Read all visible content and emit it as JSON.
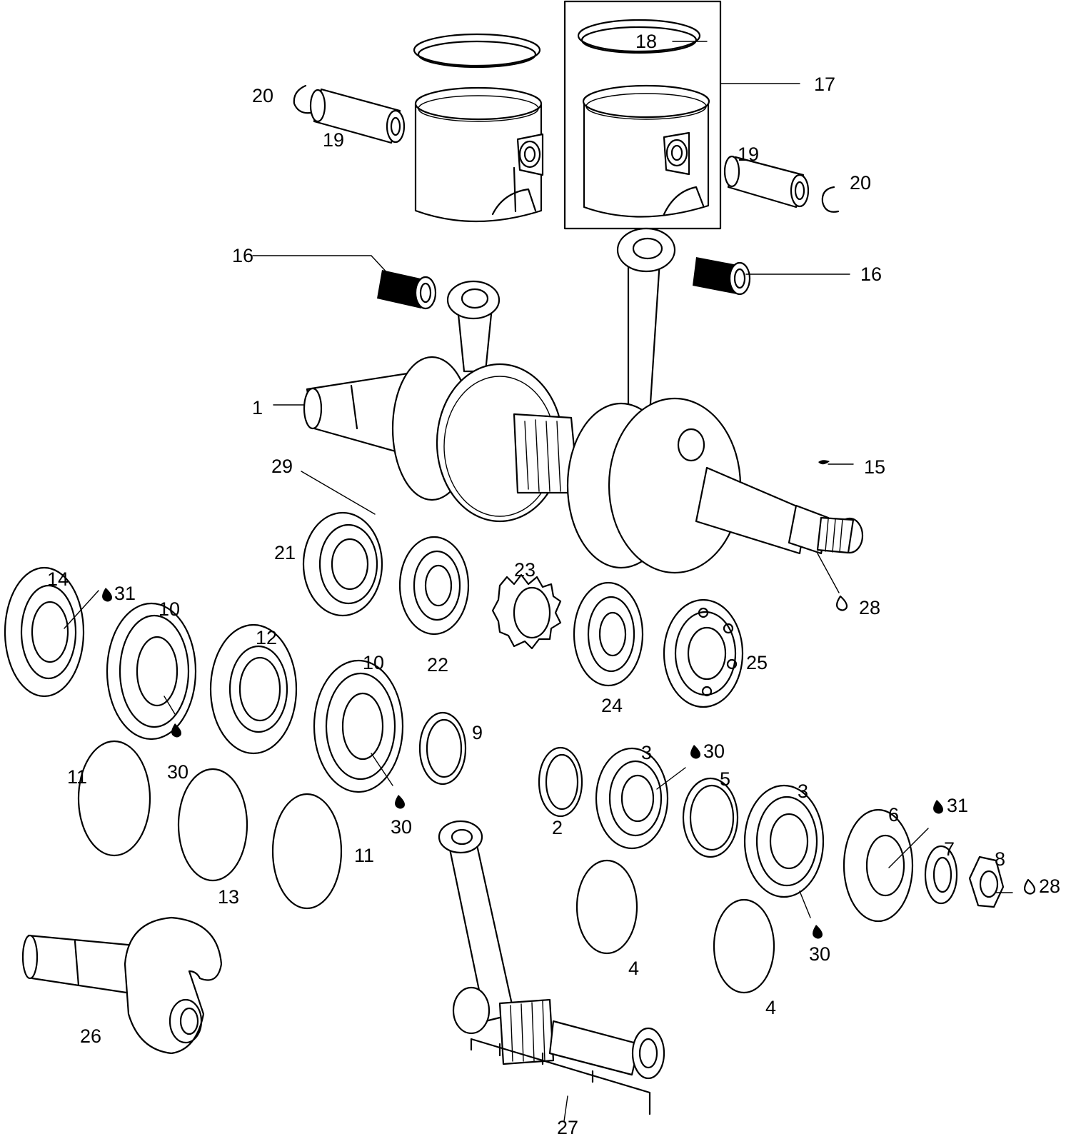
{
  "labels": {
    "l1": "1",
    "l2": "2",
    "l3a": "3",
    "l3b": "3",
    "l4a": "4",
    "l4b": "4",
    "l5": "5",
    "l6": "6",
    "l7": "7",
    "l8": "8",
    "l9": "9",
    "l10a": "10",
    "l10b": "10",
    "l11a": "11",
    "l11b": "11",
    "l12": "12",
    "l13": "13",
    "l14": "14",
    "l15": "15",
    "l16a": "16",
    "l16b": "16",
    "l17": "17",
    "l18": "18",
    "l19a": "19",
    "l19b": "19",
    "l20a": "20",
    "l20b": "20",
    "l21": "21",
    "l22": "22",
    "l23": "23",
    "l24": "24",
    "l25": "25",
    "l26": "26",
    "l27": "27",
    "l28a": "28",
    "l28b": "28",
    "l29": "29",
    "l30a": "30",
    "l30b": "30",
    "l30c": "30",
    "l30d": "30",
    "l31a": "31",
    "l31b": "31"
  }
}
